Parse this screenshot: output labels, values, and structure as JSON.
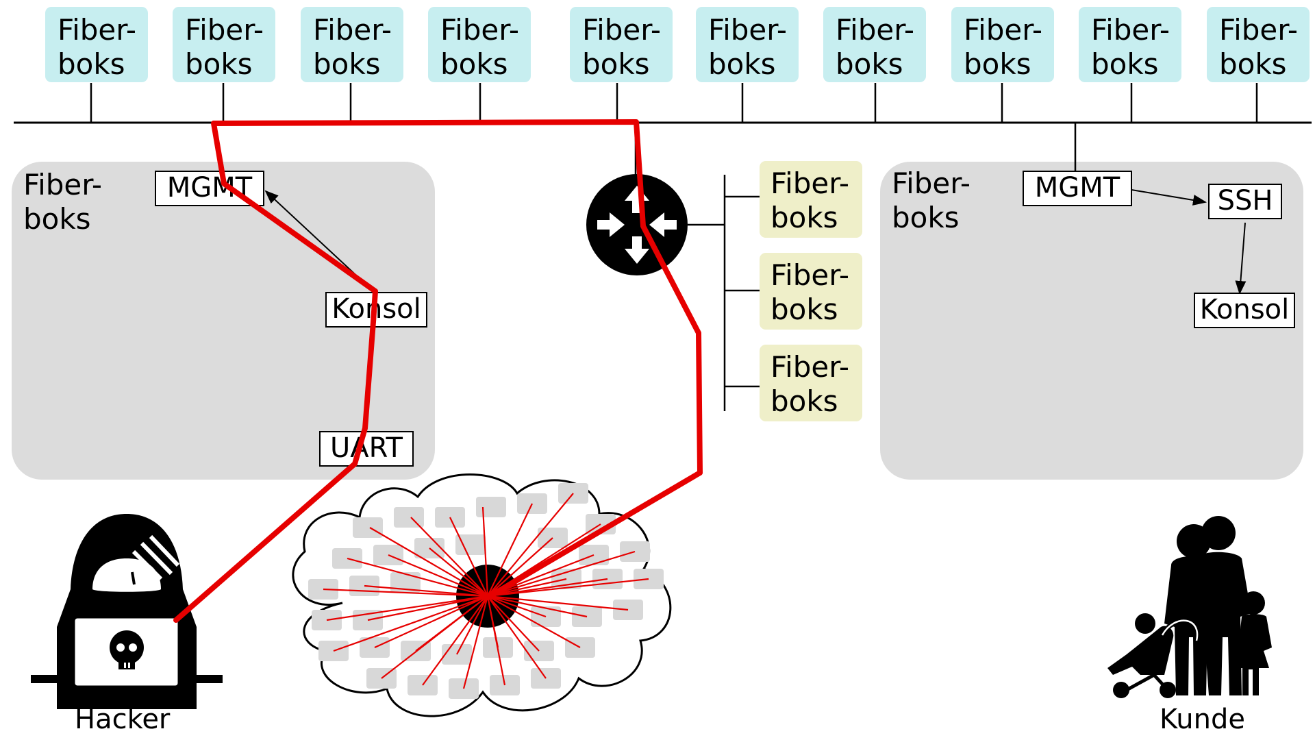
{
  "top_boxes": [
    {
      "line1": "Fiber-",
      "line2": "boks"
    },
    {
      "line1": "Fiber-",
      "line2": "boks"
    },
    {
      "line1": "Fiber-",
      "line2": "boks"
    },
    {
      "line1": "Fiber-",
      "line2": "boks"
    },
    {
      "line1": "Fiber-",
      "line2": "boks"
    },
    {
      "line1": "Fiber-",
      "line2": "boks"
    },
    {
      "line1": "Fiber-",
      "line2": "boks"
    },
    {
      "line1": "Fiber-",
      "line2": "boks"
    },
    {
      "line1": "Fiber-",
      "line2": "boks"
    },
    {
      "line1": "Fiber-",
      "line2": "boks"
    }
  ],
  "router_boxes": [
    {
      "line1": "Fiber-",
      "line2": "boks"
    },
    {
      "line1": "Fiber-",
      "line2": "boks"
    },
    {
      "line1": "Fiber-",
      "line2": "boks"
    }
  ],
  "left_fiberbox": {
    "line1": "Fiber-",
    "line2": "boks",
    "mgmt": "MGMT",
    "konsol": "Konsol",
    "uart": "UART"
  },
  "right_fiberbox": {
    "line1": "Fiber-",
    "line2": "boks",
    "mgmt": "MGMT",
    "ssh": "SSH",
    "konsol": "Konsol"
  },
  "hacker_label": "Hacker",
  "kunde_label": "Kunde",
  "colors": {
    "top_box": "#c7eef0",
    "router_box": "#efefc9",
    "grey_box": "#dcdcdc",
    "attack_path": "#e60000"
  }
}
